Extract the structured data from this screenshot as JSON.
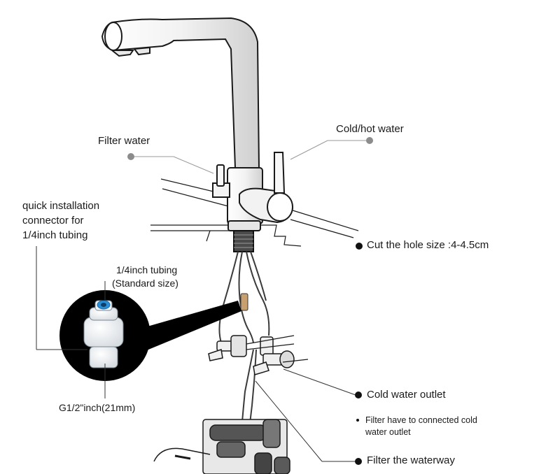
{
  "labels": {
    "filter_water": "Filter water",
    "cold_hot_water": "Cold/hot water",
    "quick_connector_line1": "quick installation",
    "quick_connector_line2": "connector for",
    "quick_connector_line3": "1/4inch tubing",
    "tubing_line1": "1/4inch tubing",
    "tubing_line2": "(Standard size)",
    "thread_size": "G1/2\"inch(21mm)",
    "cut_hole": "Cut the hole size :4-4.5cm",
    "cold_outlet": "Cold water outlet",
    "filter_note_line1": "Filter have to connected cold",
    "filter_note_line2": "water outlet",
    "filter_waterway": "Filter the waterway"
  },
  "colors": {
    "line": "#1a1a1a",
    "leader_gray": "#9a9a9a",
    "dot_gray": "#8c8c8c",
    "dot_black": "#111111",
    "connector_blue": "#2a8fd6",
    "connector_bg": "#000000"
  }
}
